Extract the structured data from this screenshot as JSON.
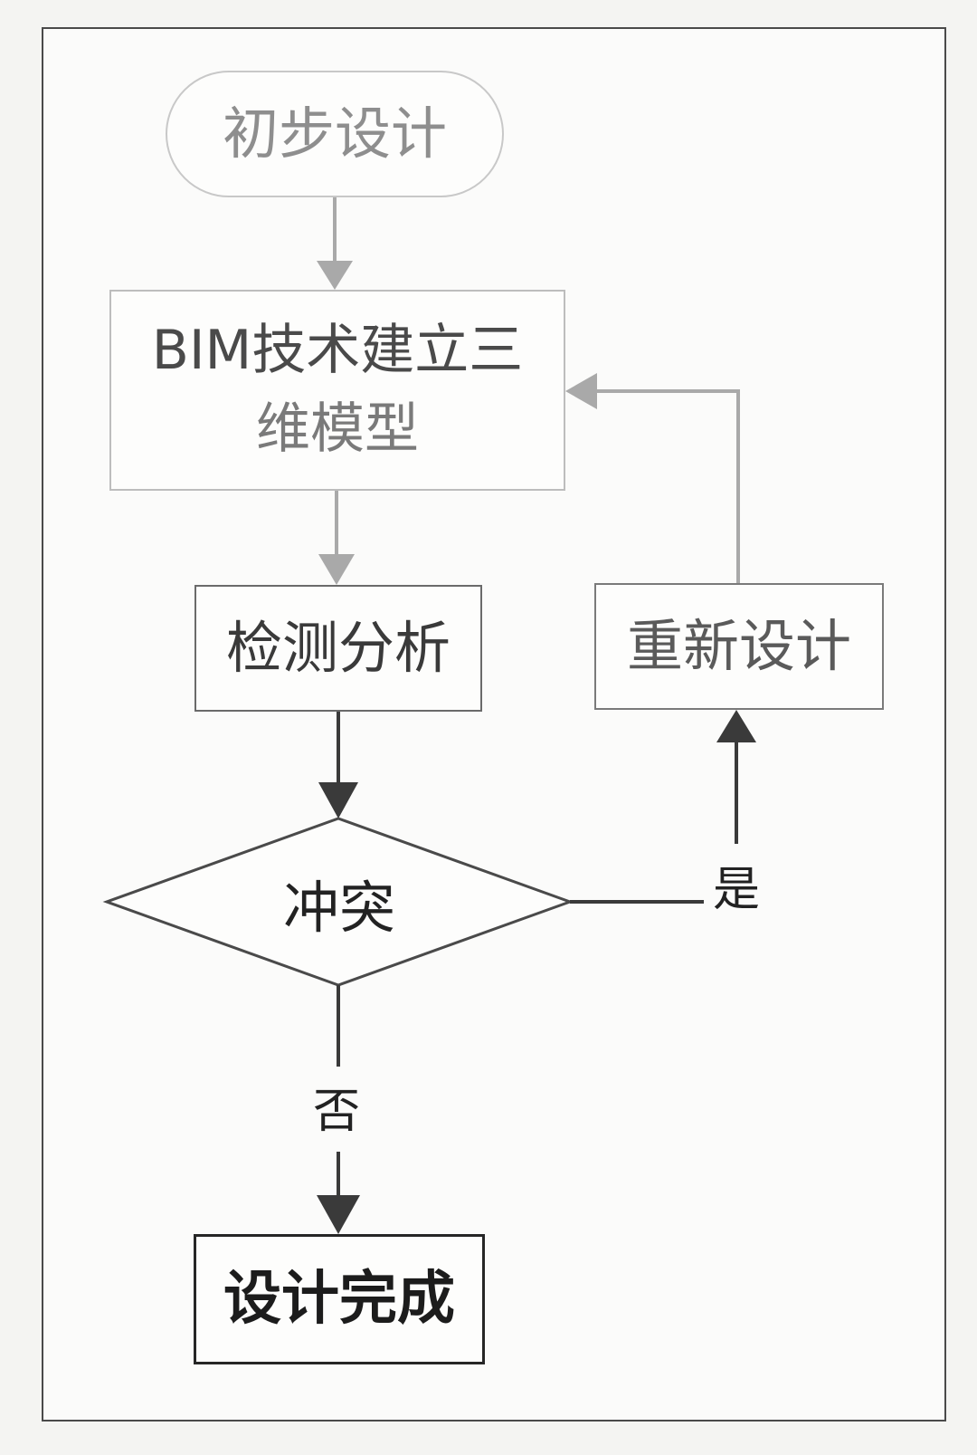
{
  "diagram": {
    "start_label": "初步设计",
    "model_label_line1": "BIM技术建立三",
    "model_label_line2": "维模型",
    "detect_label": "检测分析",
    "decision_label": "冲突",
    "redesign_label": "重新设计",
    "done_label": "设计完成",
    "yes_label": "是",
    "no_label": "否"
  },
  "colors": {
    "light_arrow": "#a9a9a9",
    "dark_arrow": "#3a3a3a",
    "decision_stroke": "#4a4a4a"
  }
}
